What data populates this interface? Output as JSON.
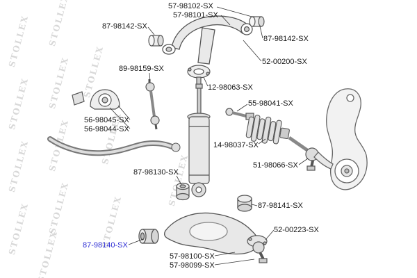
{
  "diagram": {
    "type": "parts-diagram",
    "subject": "front suspension and steering components exploded view"
  },
  "watermark": {
    "text": "STOLLEX"
  },
  "colors": {
    "label_color": "#161616",
    "highlight_color": "#2b2bd4",
    "watermark_color": "#9a9a9a",
    "line_color": "#555555"
  },
  "labels": [
    {
      "text": "57-98102-SX",
      "highlighted": false
    },
    {
      "text": "57-98101-SX",
      "highlighted": false
    },
    {
      "text": "87-98142-SX",
      "highlighted": false
    },
    {
      "text": "87-98142-SX",
      "highlighted": false
    },
    {
      "text": "52-00200-SX",
      "highlighted": false
    },
    {
      "text": "89-98159-SX",
      "highlighted": false
    },
    {
      "text": "12-98063-SX",
      "highlighted": false
    },
    {
      "text": "55-98041-SX",
      "highlighted": false
    },
    {
      "text": "56-98045-SX",
      "highlighted": false
    },
    {
      "text": "56-98044-SX",
      "highlighted": false
    },
    {
      "text": "14-98037-SX",
      "highlighted": false
    },
    {
      "text": "51-98066-SX",
      "highlighted": false
    },
    {
      "text": "87-98130-SX",
      "highlighted": false
    },
    {
      "text": "87-98141-SX",
      "highlighted": false
    },
    {
      "text": "52-00223-SX",
      "highlighted": false
    },
    {
      "text": "87-98140-SX",
      "highlighted": true
    },
    {
      "text": "57-98100-SX",
      "highlighted": false
    },
    {
      "text": "57-98099-SX",
      "highlighted": false
    }
  ]
}
